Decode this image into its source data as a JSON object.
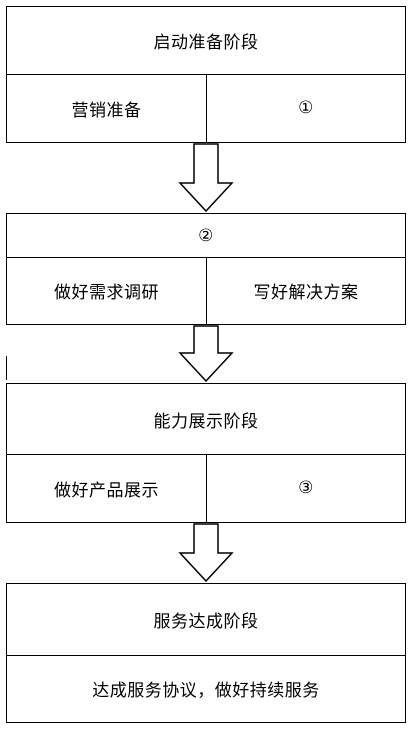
{
  "stages": [
    {
      "title": "启动准备阶段",
      "left": "营销准备",
      "right": "①"
    },
    {
      "title": "②",
      "left": "做好需求调研",
      "right": "写好解决方案"
    },
    {
      "title": "能力展示阶段",
      "left": "做好产品展示",
      "right": "③"
    },
    {
      "title": "服务达成阶段",
      "bottom": "达成服务协议，做好持续服务"
    }
  ]
}
